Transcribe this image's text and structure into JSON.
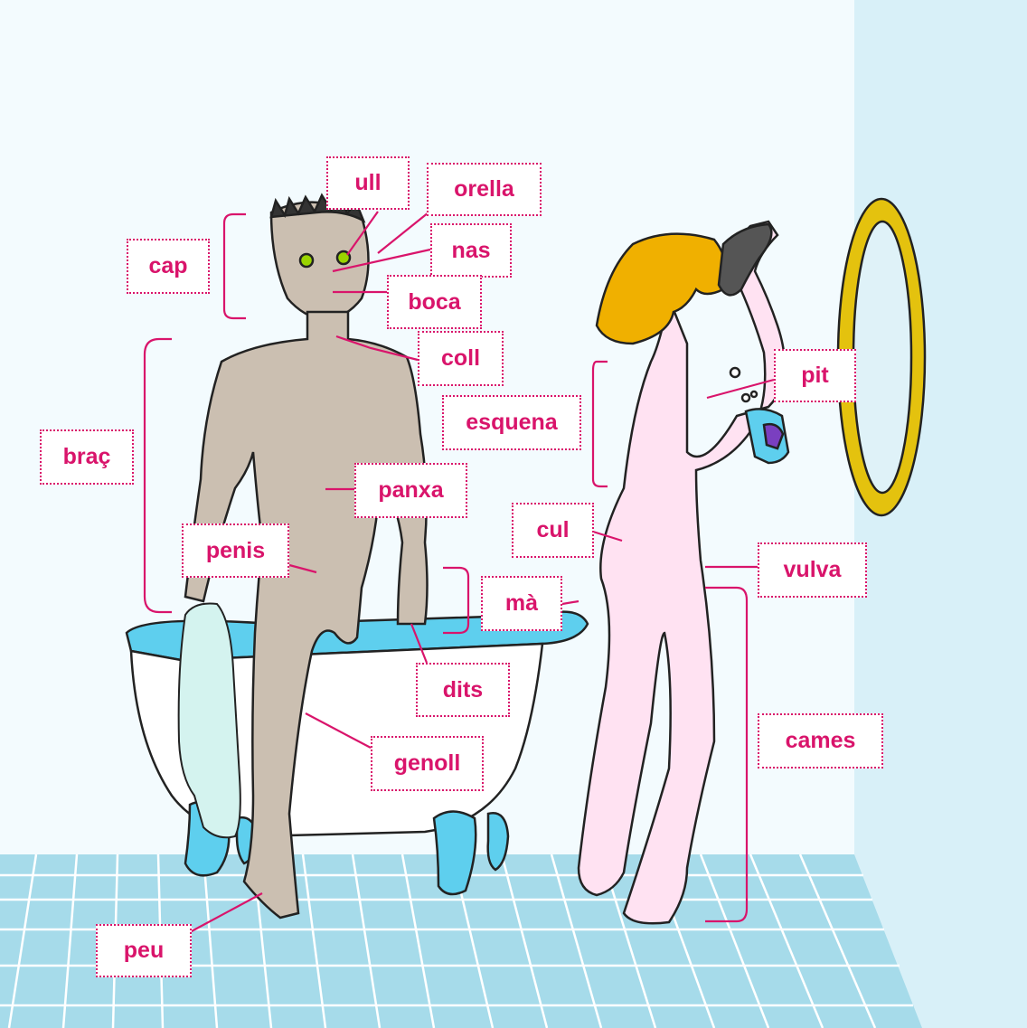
{
  "labels": {
    "ull": "ull",
    "orella": "orella",
    "nas": "nas",
    "cap": "cap",
    "boca": "boca",
    "coll": "coll",
    "brac": "braç",
    "pit": "pit",
    "esquena": "esquena",
    "panxa": "panxa",
    "penis": "penis",
    "cul": "cul",
    "vulva": "vulva",
    "ma": "mà",
    "dits": "dits",
    "genoll": "genoll",
    "cames": "cames",
    "peu": "peu"
  },
  "colors": {
    "label_border": "#d9146b",
    "label_text": "#d9146b",
    "wall": "#f3fbfe",
    "floor": "#a6dbea",
    "bathtub_rim": "#5ecfee",
    "man_skin": "#cbbfb1",
    "woman_skin": "#ffe2f2",
    "hair_woman": "#f0b000",
    "mirror_frame": "#e4c20e"
  }
}
